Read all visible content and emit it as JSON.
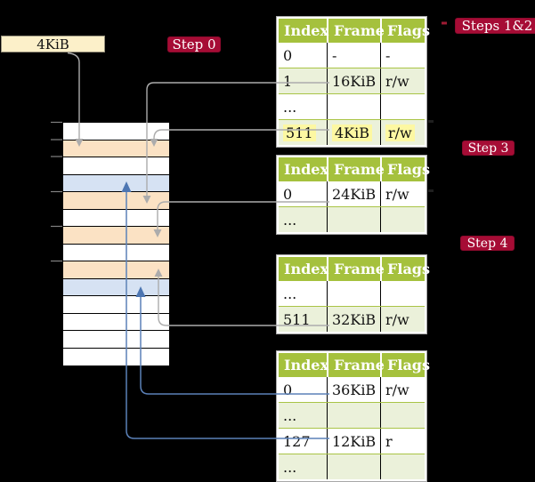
{
  "colors": {
    "background": "#000000",
    "badge_red": "#a60c35",
    "table_header_green": "#a5c13d",
    "table_row_green": "#ebf1da",
    "memory_orange": "#fbe2c4",
    "memory_blue": "#d6e2f3",
    "highlight_yellow": "#fdf8a2",
    "frame_box_cream": "#fcf0c9",
    "arrow_gray": "#acacac",
    "arrow_blue": "#5b81b8"
  },
  "root_frame_box": {
    "label": "4KiB"
  },
  "badges": {
    "step0": "Step 0",
    "steps12": "Steps 1&2",
    "step3": "Step 3",
    "step4": "Step 4"
  },
  "page_tables": [
    {
      "id": "pt-steps12",
      "headers": [
        "Index",
        "Frame",
        "Flags"
      ],
      "rows": [
        {
          "cells": [
            "0",
            "-",
            "-"
          ],
          "shaded": false,
          "highlighted": false
        },
        {
          "cells": [
            "1",
            "16KiB",
            "r/w"
          ],
          "shaded": true,
          "highlighted": false
        },
        {
          "cells": [
            "...",
            "",
            ""
          ],
          "shaded": false,
          "highlighted": false
        },
        {
          "cells": [
            "511",
            "4KiB",
            "r/w"
          ],
          "shaded": true,
          "highlighted": true
        }
      ]
    },
    {
      "id": "pt-step3",
      "headers": [
        "Index",
        "Frame",
        "Flags"
      ],
      "rows": [
        {
          "cells": [
            "0",
            "24KiB",
            "r/w"
          ],
          "shaded": false,
          "highlighted": false
        },
        {
          "cells": [
            "...",
            "",
            ""
          ],
          "shaded": true,
          "highlighted": false
        }
      ]
    },
    {
      "id": "pt-step4",
      "headers": [
        "Index",
        "Frame",
        "Flags"
      ],
      "rows": [
        {
          "cells": [
            "...",
            "",
            ""
          ],
          "shaded": false,
          "highlighted": false
        },
        {
          "cells": [
            "511",
            "32KiB",
            "r/w"
          ],
          "shaded": true,
          "highlighted": false
        }
      ]
    },
    {
      "id": "pt-final",
      "headers": [
        "Index",
        "Frame",
        "Flags"
      ],
      "rows": [
        {
          "cells": [
            "0",
            "36KiB",
            "r/w"
          ],
          "shaded": false,
          "highlighted": false
        },
        {
          "cells": [
            "...",
            "",
            ""
          ],
          "shaded": true,
          "highlighted": false
        },
        {
          "cells": [
            "127",
            "12KiB",
            "r"
          ],
          "shaded": false,
          "highlighted": false
        },
        {
          "cells": [
            "...",
            "",
            ""
          ],
          "shaded": true,
          "highlighted": false
        }
      ]
    }
  ],
  "memory_column": {
    "rows": [
      "white",
      "orange",
      "white",
      "blue",
      "orange",
      "white",
      "orange",
      "white",
      "orange",
      "blue",
      "white",
      "white",
      "white",
      "white"
    ]
  }
}
